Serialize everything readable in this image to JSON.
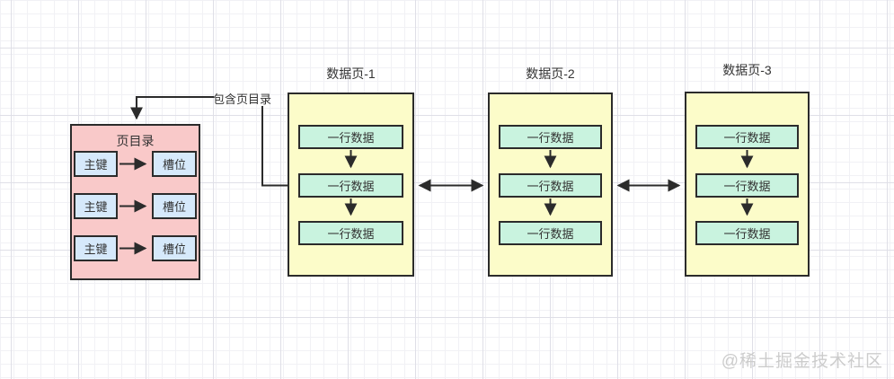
{
  "directory": {
    "title": "页目录",
    "rows": [
      {
        "key": "主键",
        "slot": "槽位"
      },
      {
        "key": "主键",
        "slot": "槽位"
      },
      {
        "key": "主键",
        "slot": "槽位"
      }
    ]
  },
  "connector_label": "包含页目录",
  "pages": [
    {
      "title": "数据页-1",
      "rows": [
        "一行数据",
        "一行数据",
        "一行数据"
      ]
    },
    {
      "title": "数据页-2",
      "rows": [
        "一行数据",
        "一行数据",
        "一行数据"
      ]
    },
    {
      "title": "数据页-3",
      "rows": [
        "一行数据",
        "一行数据",
        "一行数据"
      ]
    }
  ],
  "watermark": "@稀土掘金技术社区",
  "colors": {
    "directory_fill": "#f9c9c9",
    "key_slot_fill": "#d6e9fb",
    "page_fill": "#fcfcc9",
    "row_fill": "#c9f3df",
    "stroke": "#2b2b2b",
    "text": "#333333",
    "watermark": "#cccccc"
  }
}
